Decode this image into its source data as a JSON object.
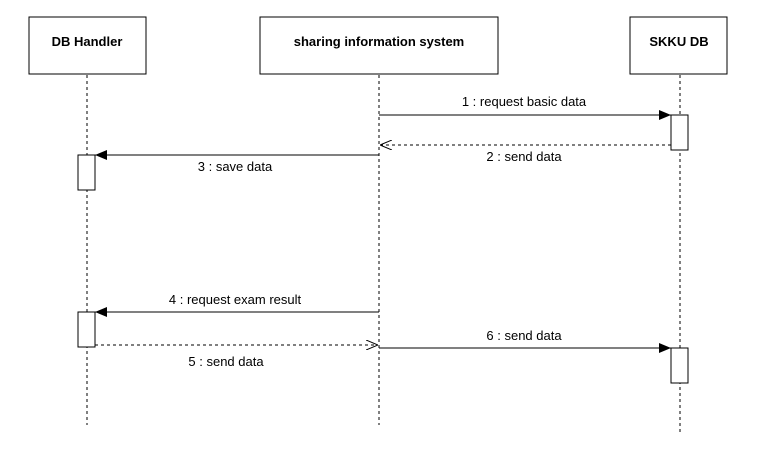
{
  "diagram": {
    "type": "sequence",
    "actors": [
      {
        "id": "db_handler",
        "label": "DB Handler"
      },
      {
        "id": "sharing_system",
        "label": "sharing information system"
      },
      {
        "id": "skku_db",
        "label": "SKKU DB"
      }
    ],
    "messages": [
      {
        "number": 1,
        "label": "1 : request basic data",
        "from": "sharing_system",
        "to": "skku_db",
        "kind": "call"
      },
      {
        "number": 2,
        "label": "2 : send data",
        "from": "skku_db",
        "to": "sharing_system",
        "kind": "return"
      },
      {
        "number": 3,
        "label": "3 : save data",
        "from": "sharing_system",
        "to": "db_handler",
        "kind": "call"
      },
      {
        "number": 4,
        "label": "4 : request exam result",
        "from": "sharing_system",
        "to": "db_handler",
        "kind": "call"
      },
      {
        "number": 5,
        "label": "5 : send data",
        "from": "db_handler",
        "to": "sharing_system",
        "kind": "return"
      },
      {
        "number": 6,
        "label": "6 : send data",
        "from": "sharing_system",
        "to": "skku_db",
        "kind": "call"
      }
    ],
    "colors": {
      "line": "#000000",
      "box_fill": "#ffffff",
      "text": "#000000"
    }
  }
}
